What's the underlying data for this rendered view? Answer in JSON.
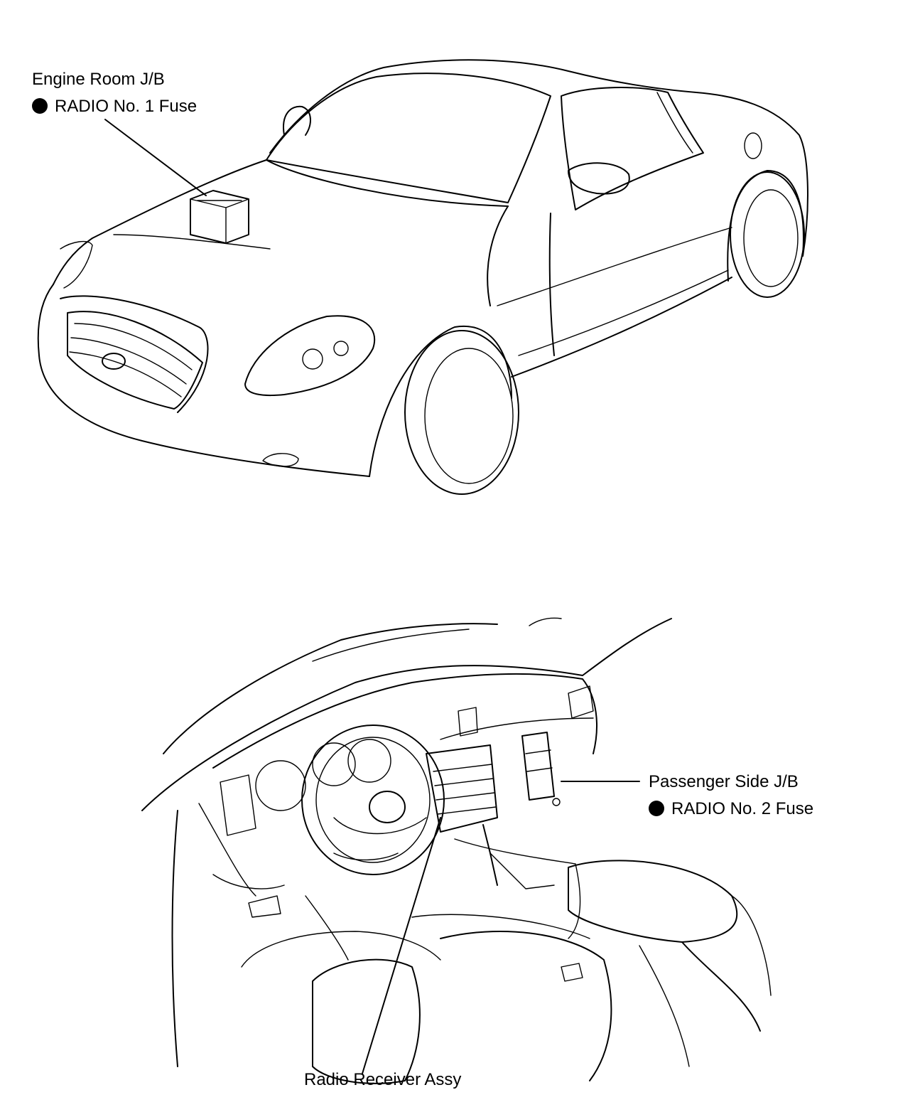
{
  "callouts": {
    "engine_room_jb": {
      "title": "Engine Room J/B",
      "fuse": "RADIO No. 1 Fuse"
    },
    "passenger_side_jb": {
      "title": "Passenger Side J/B",
      "fuse": "RADIO No. 2 Fuse"
    },
    "radio_receiver": {
      "title": "Radio Receiver Assy"
    }
  },
  "icons": {
    "bullet": "filled-circle-icon"
  }
}
